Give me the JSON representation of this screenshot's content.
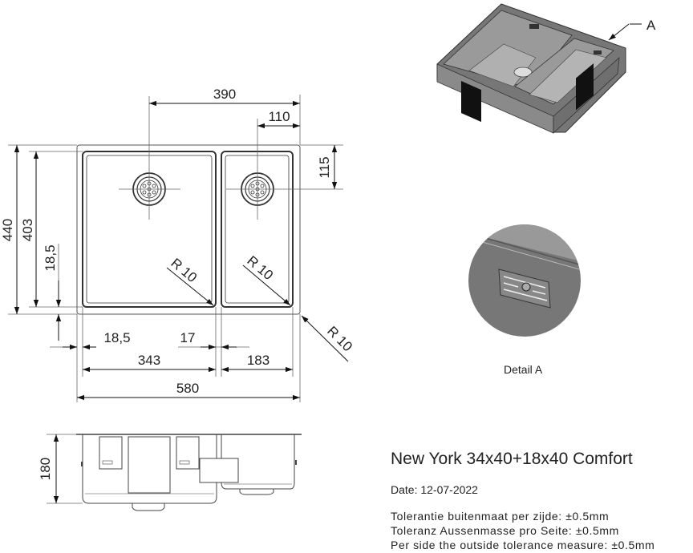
{
  "drawing": {
    "product_title": "New York 34x40+18x40 Comfort",
    "date": "Date: 12-07-2022",
    "tolerances": [
      "Tolerantie buitenmaat per zijde: ±0.5mm",
      "Toleranz Aussenmasse pro Seite: ±0.5mm",
      "Per side the outside tolerance measure: ±0.5mm"
    ],
    "detail_label": "Detail A",
    "callout_letter": "A"
  },
  "top_view": {
    "dimensions": {
      "drain_spacing": "390",
      "small_drain_offset": "110",
      "drain_from_top": "115",
      "total_depth": "440",
      "bowl_depth": "403",
      "edge_margin_v": "18,5",
      "edge_margin_h": "18,5",
      "divider": "17",
      "large_bowl_width": "343",
      "small_bowl_width": "183",
      "total_width": "580",
      "radius_large": "R 10",
      "radius_small": "R 10",
      "radius_outer": "R 10"
    }
  },
  "side_view": {
    "height": "180"
  }
}
